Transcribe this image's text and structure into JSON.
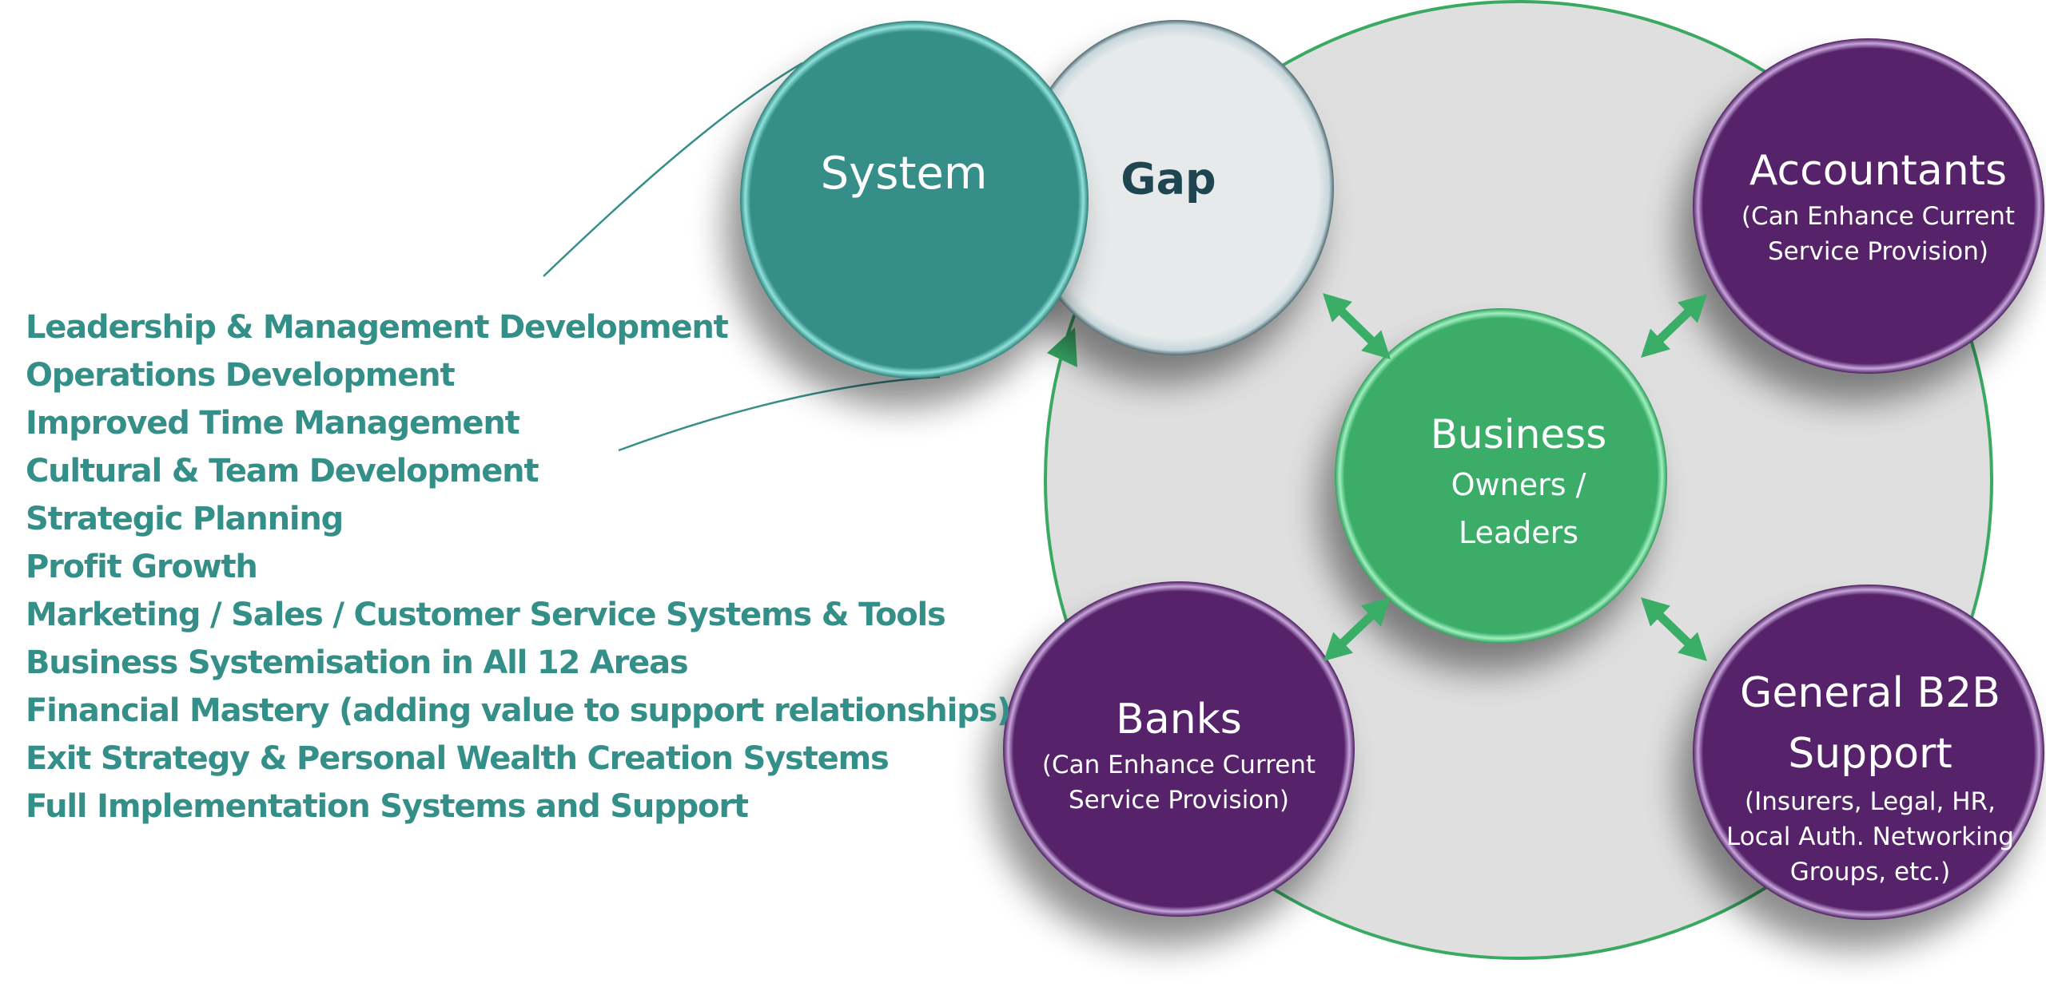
{
  "diagram": {
    "colors": {
      "teal": "#368f88",
      "gap_fill": "#e6eaeb",
      "big_circle_fill": "#dfdfdf",
      "big_circle_stroke": "#3aaa63",
      "business_green": "#3aad67",
      "purple": "#56226a",
      "arrow_green": "#3aad67",
      "list_text": "#358f89",
      "gap_text": "#1f4550"
    },
    "system": {
      "label": "System"
    },
    "gap": {
      "label": "Gap"
    },
    "business": {
      "title": "Business",
      "line1": "Owners /",
      "line2": "Leaders"
    },
    "accountants": {
      "title": "Accountants",
      "line1": "(Can Enhance Current",
      "line2": "Service Provision)"
    },
    "banks": {
      "title": "Banks",
      "line1": "(Can Enhance Current",
      "line2": "Service Provision)"
    },
    "b2b": {
      "title1": "General B2B",
      "title2": "Support",
      "line1": "(Insurers, Legal, HR,",
      "line2": "Local Auth. Networking",
      "line3": "Groups, etc.)"
    }
  },
  "services": [
    "Leadership & Management Development",
    "Operations Development",
    "Improved Time Management",
    "Cultural & Team Development",
    "Strategic Planning",
    "Profit Growth",
    "Marketing / Sales / Customer Service  Systems & Tools",
    "Business Systemisation in All 12 Areas",
    "Financial Mastery (adding value to support relationships)",
    "Exit Strategy & Personal Wealth Creation Systems",
    "Full Implementation Systems and Support"
  ]
}
